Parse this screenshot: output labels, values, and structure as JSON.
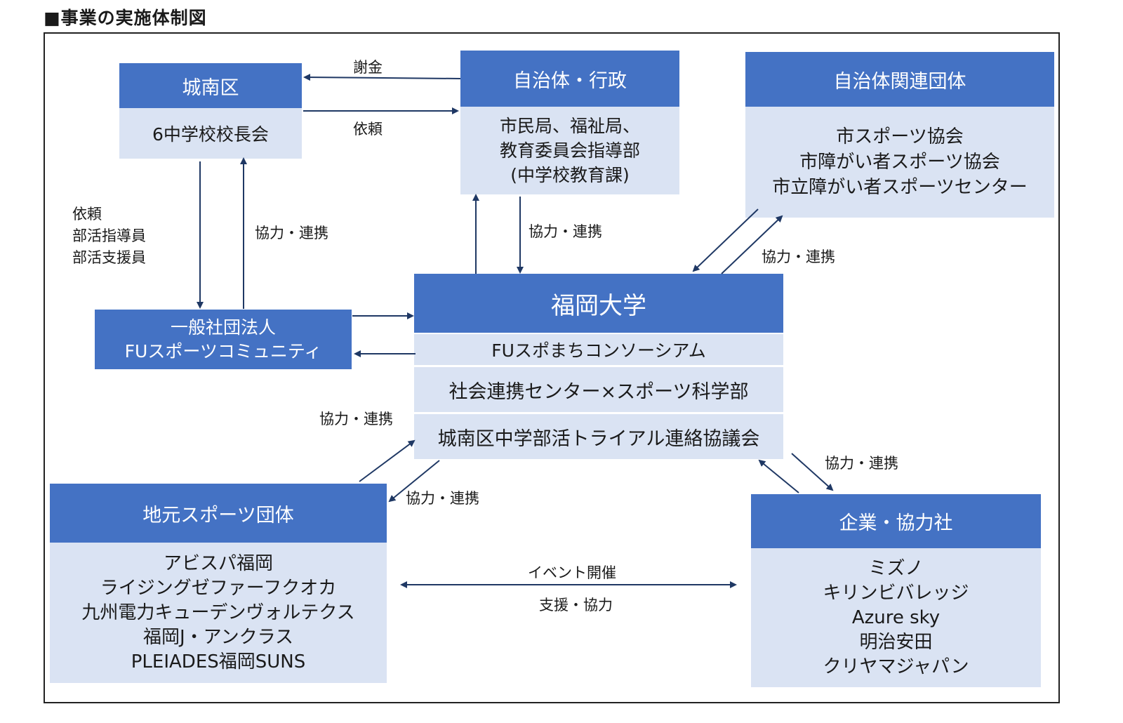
{
  "title": "■事業の実施体制図",
  "colors": {
    "header": "#4472c4",
    "body": "#dae3f3",
    "arrow": "#1f3864"
  },
  "johnan": {
    "header": "城南区",
    "body": "6中学校校長会"
  },
  "gov": {
    "header": "自治体・行政",
    "lines": [
      "市民局、福祉局、",
      "教育委員会指導部",
      "(中学校教育課)"
    ]
  },
  "assoc": {
    "header": "自治体関連団体",
    "lines": [
      "市スポーツ協会",
      "市障がい者スポーツ協会",
      "市立障がい者スポーツセンター"
    ]
  },
  "fu_sports": {
    "lines": [
      "一般社団法人",
      "FUスポーツコミュニティ"
    ]
  },
  "university": {
    "header": "福岡大学",
    "consortium": "FUスポまちコンソーシアム",
    "center": "社会連携センター×スポーツ科学部",
    "council": "城南区中学部活トライアル連絡協議会"
  },
  "local": {
    "header": "地元スポーツ団体",
    "lines": [
      "アビスパ福岡",
      "ライジングゼファーフクオカ",
      "九州電力キューデンヴォルテクス",
      "福岡J・アンクラス",
      "PLEIADES福岡SUNS"
    ]
  },
  "corp": {
    "header": "企業・協力社",
    "lines": [
      "ミズノ",
      "キリンビバレッジ",
      "Azure sky",
      "明治安田",
      "クリヤマジャパン"
    ]
  },
  "labels": {
    "shakin": "謝金",
    "irai": "依頼",
    "request_lines": [
      "依頼",
      "部活指導員",
      "部活支援員"
    ],
    "coop_left": "協力・連携",
    "coop_gov": "協力・連携",
    "coop_assoc": "協力・連携",
    "coop_council": "協力・連携",
    "coop_local": "協力・連携",
    "coop_corp": "協力・連携",
    "event": "イベント開催",
    "support": "支援・協力"
  }
}
